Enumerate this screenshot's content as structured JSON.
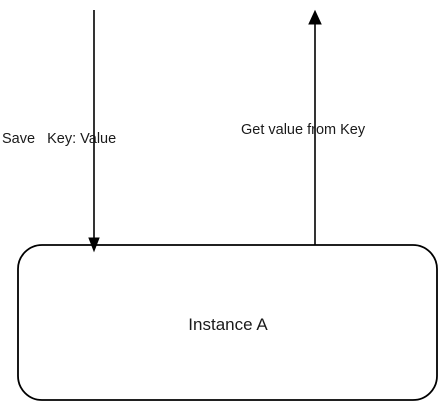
{
  "diagram": {
    "node": {
      "label": "Instance A"
    },
    "edges": [
      {
        "direction": "into-node",
        "label": "Save   Key: Value"
      },
      {
        "direction": "out-of-node",
        "label": "Get value from Key"
      }
    ],
    "colors": {
      "stroke": "#000000",
      "background": "#ffffff",
      "text": "#1a1a1a"
    }
  }
}
